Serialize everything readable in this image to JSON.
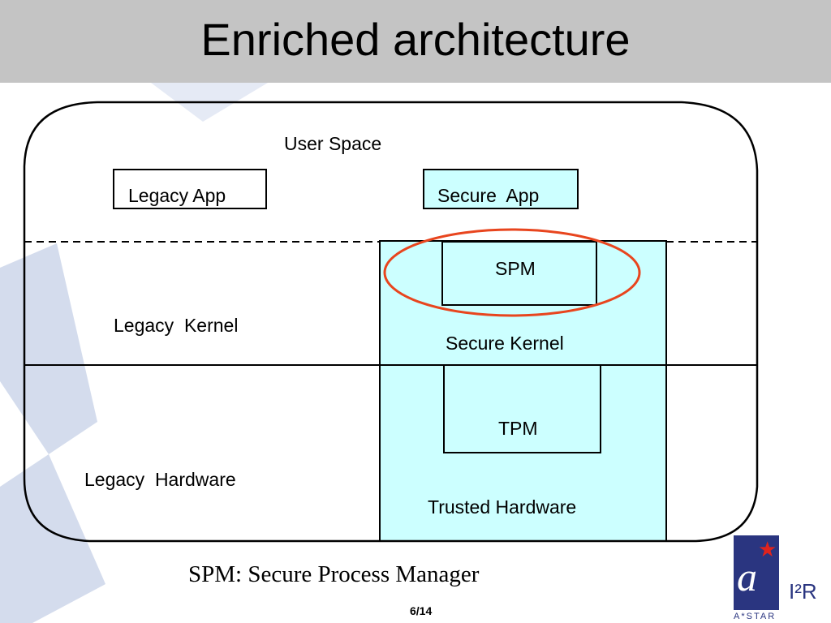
{
  "slide": {
    "title": "Enriched architecture",
    "caption": "SPM: Secure Process Manager",
    "page_number": "6/14"
  },
  "diagram": {
    "user_space_label": "User Space",
    "legacy_app_label": "Legacy App",
    "secure_app_label": "Secure  App",
    "spm_label": "SPM",
    "legacy_kernel_label": "Legacy  Kernel",
    "secure_kernel_label": "Secure Kernel",
    "tpm_label": "TPM",
    "legacy_hardware_label": "Legacy  Hardware",
    "trusted_hardware_label": "Trusted Hardware"
  },
  "logo": {
    "brand_text": "I²R",
    "sub_text": "A*STAR",
    "mark_glyph": "a",
    "star_glyph": "★"
  },
  "colors": {
    "title_bar": "#c4c4c4",
    "secure_fill": "#ccffff",
    "highlight_ellipse": "#e8451e",
    "watermark": "#c9d3e8",
    "logo_blue": "#2a3580",
    "logo_red": "#e0231c"
  }
}
